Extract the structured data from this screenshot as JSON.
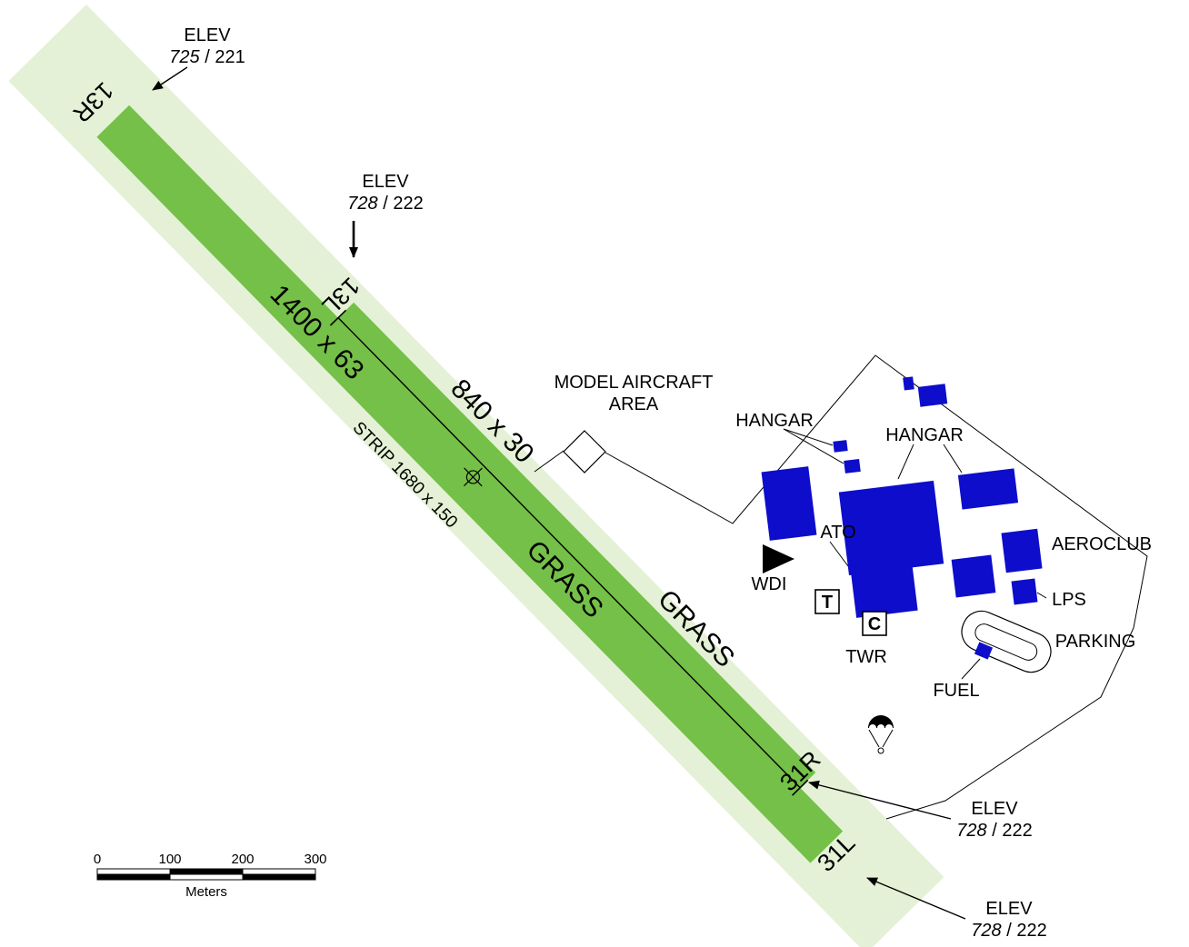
{
  "colors": {
    "strip_green": "#e4f1d6",
    "runway_green": "#75c048",
    "building_blue": "#0d0dcb",
    "ink": "#000000"
  },
  "runway": {
    "thr_13r": "13R",
    "thr_13l": "13L",
    "thr_31r": "31R",
    "thr_31l": "31L",
    "main_dim": "1400 x 63",
    "secondary_dim": "840 x 30",
    "grass_main": "GRASS",
    "grass_secondary": "GRASS",
    "strip_dim": "STRIP 1680 x 150"
  },
  "elevations": {
    "e13r": {
      "label": "ELEV",
      "feet": "725",
      "sep": " / ",
      "meters": "221"
    },
    "e13l": {
      "label": "ELEV",
      "feet": "728",
      "sep": " / ",
      "meters": "222"
    },
    "e31r": {
      "label": "ELEV",
      "feet": "728",
      "sep": " / ",
      "meters": "222"
    },
    "e31l": {
      "label": "ELEV",
      "feet": "728",
      "sep": " / ",
      "meters": "222"
    }
  },
  "facilities": {
    "model_area_line1": "MODEL AIRCRAFT",
    "model_area_line2": "AREA",
    "hangar_west": "HANGAR",
    "hangar_east": "HANGAR",
    "ato": "ATO",
    "wdi": "WDI",
    "twr": "TWR",
    "aeroclub": "AEROCLUB",
    "lps": "LPS",
    "fuel": "FUEL",
    "parking": "PARKING",
    "box_t": "T",
    "box_c": "C"
  },
  "scale_bar": {
    "ticks": [
      "0",
      "100",
      "200",
      "300"
    ],
    "unit": "Meters"
  }
}
